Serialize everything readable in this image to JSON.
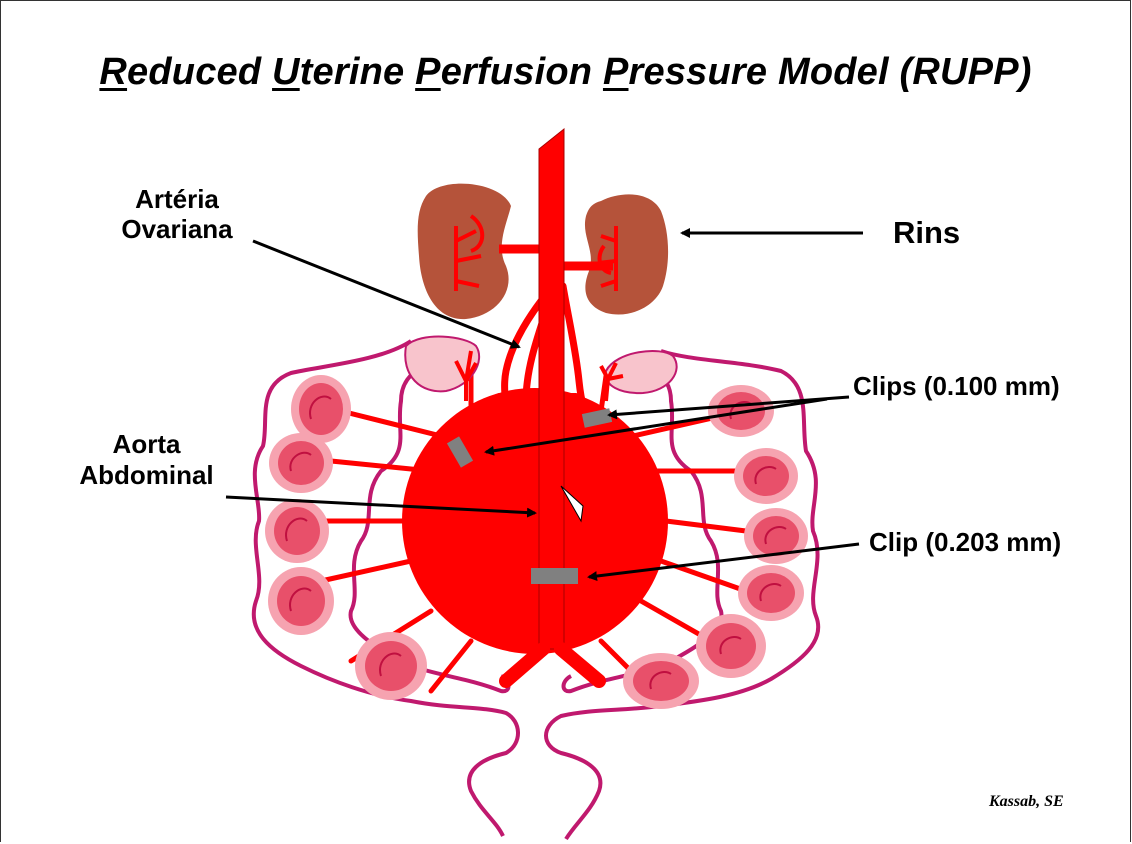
{
  "slide": {
    "title": {
      "part1_initial": "R",
      "part1_rest": "educed ",
      "part2_initial": "U",
      "part2_rest": "terine ",
      "part3_initial": "P",
      "part3_rest": "erfusion ",
      "part4_initial": "P",
      "part4_rest": "ressure Model (RUPP)"
    },
    "labels": {
      "ovarian_artery_line1": "Artéria",
      "ovarian_artery_line2": "Ovariana",
      "kidneys": "Rins",
      "aorta_line1": "Aorta",
      "aorta_line2": "Abdominal",
      "clips_ovarian": "Clips (0.100 mm)",
      "clip_aorta": "Clip (0.203 mm)"
    },
    "credit": "Kassab, SE",
    "colors": {
      "artery": "#ff0000",
      "kidney": "#b5533a",
      "uterus_outline": "#c0196e",
      "fetus_fill": "#e8506a",
      "fetus_halo": "#f6a3b0",
      "ovary_fill": "#f8c4cc",
      "clip": "#808080"
    }
  }
}
